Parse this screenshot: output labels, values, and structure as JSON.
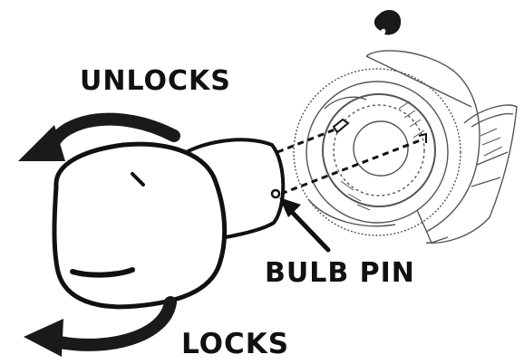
{
  "labels": {
    "unlocks": "UNLOCKS",
    "bulb_pin": "BULB PIN",
    "locks": "LOCKS"
  },
  "icons": {
    "rotate_unlock": "curved-arrow-counterclockwise-icon",
    "rotate_lock": "curved-arrow-counterclockwise-icon",
    "pointer": "pointer-arrow-icon"
  },
  "colors": {
    "ink": "#111111",
    "background": "#ffffff",
    "sketch": "#555555"
  }
}
